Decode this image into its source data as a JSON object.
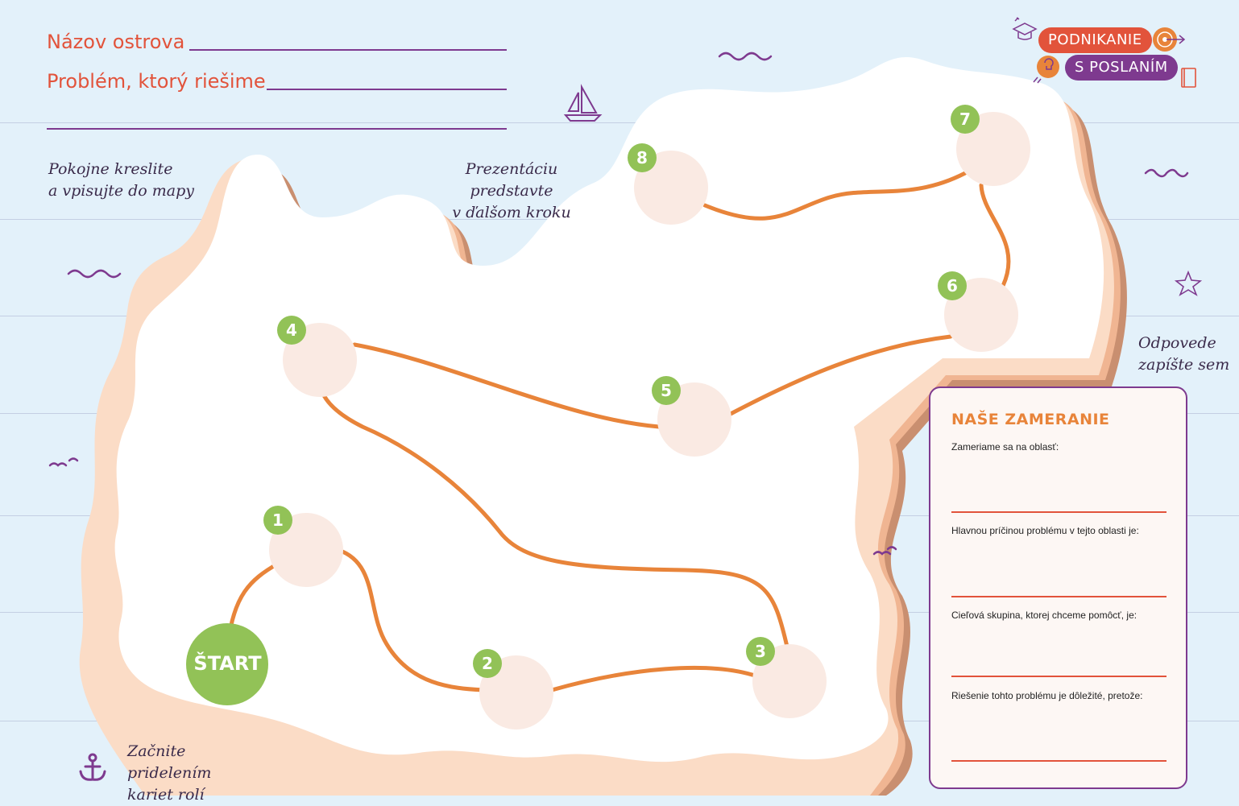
{
  "header": {
    "island_name_label": "Názov ostrova",
    "problem_label": "Problém, ktorý riešime"
  },
  "notes": {
    "top_left": [
      "Pokojne kreslite",
      "a vpisujte do mapy"
    ],
    "top_center": [
      "Prezentáciu predstavte",
      "v ďalšom kroku"
    ],
    "right": [
      "Odpovede",
      "zapíšte sem"
    ],
    "bottom_left": [
      "Začnite",
      "pridelením",
      "kariet rolí"
    ]
  },
  "brand": {
    "line1": "PODNIKANIE",
    "line2": "S POSLANÍM"
  },
  "map": {
    "start_label": "ŠTART",
    "stops": [
      "1",
      "2",
      "3",
      "4",
      "5",
      "6",
      "7",
      "8"
    ]
  },
  "panel": {
    "title": "NAŠE ZAMERANIE",
    "prompts": [
      "Zameriame sa na oblasť:",
      "Hlavnou príčinou problému v tejto oblasti je:",
      "Cieľová skupina, ktorej chceme pomôcť, je:",
      "Riešenie tohto problému je dôležité, pretože:"
    ]
  },
  "colors": {
    "background": "#e3f1fa",
    "accent_red": "#e2533b",
    "accent_purple": "#7e3a8f",
    "path_orange": "#e8843a",
    "badge_green": "#92c257",
    "stop_circle": "#faeae3"
  },
  "icons": [
    "graduation-cap-icon",
    "target-icon",
    "lightbulb-icon",
    "book-icon",
    "sailboat-icon",
    "starfish-icon",
    "anchor-icon",
    "wave-icon",
    "bird-icon"
  ]
}
